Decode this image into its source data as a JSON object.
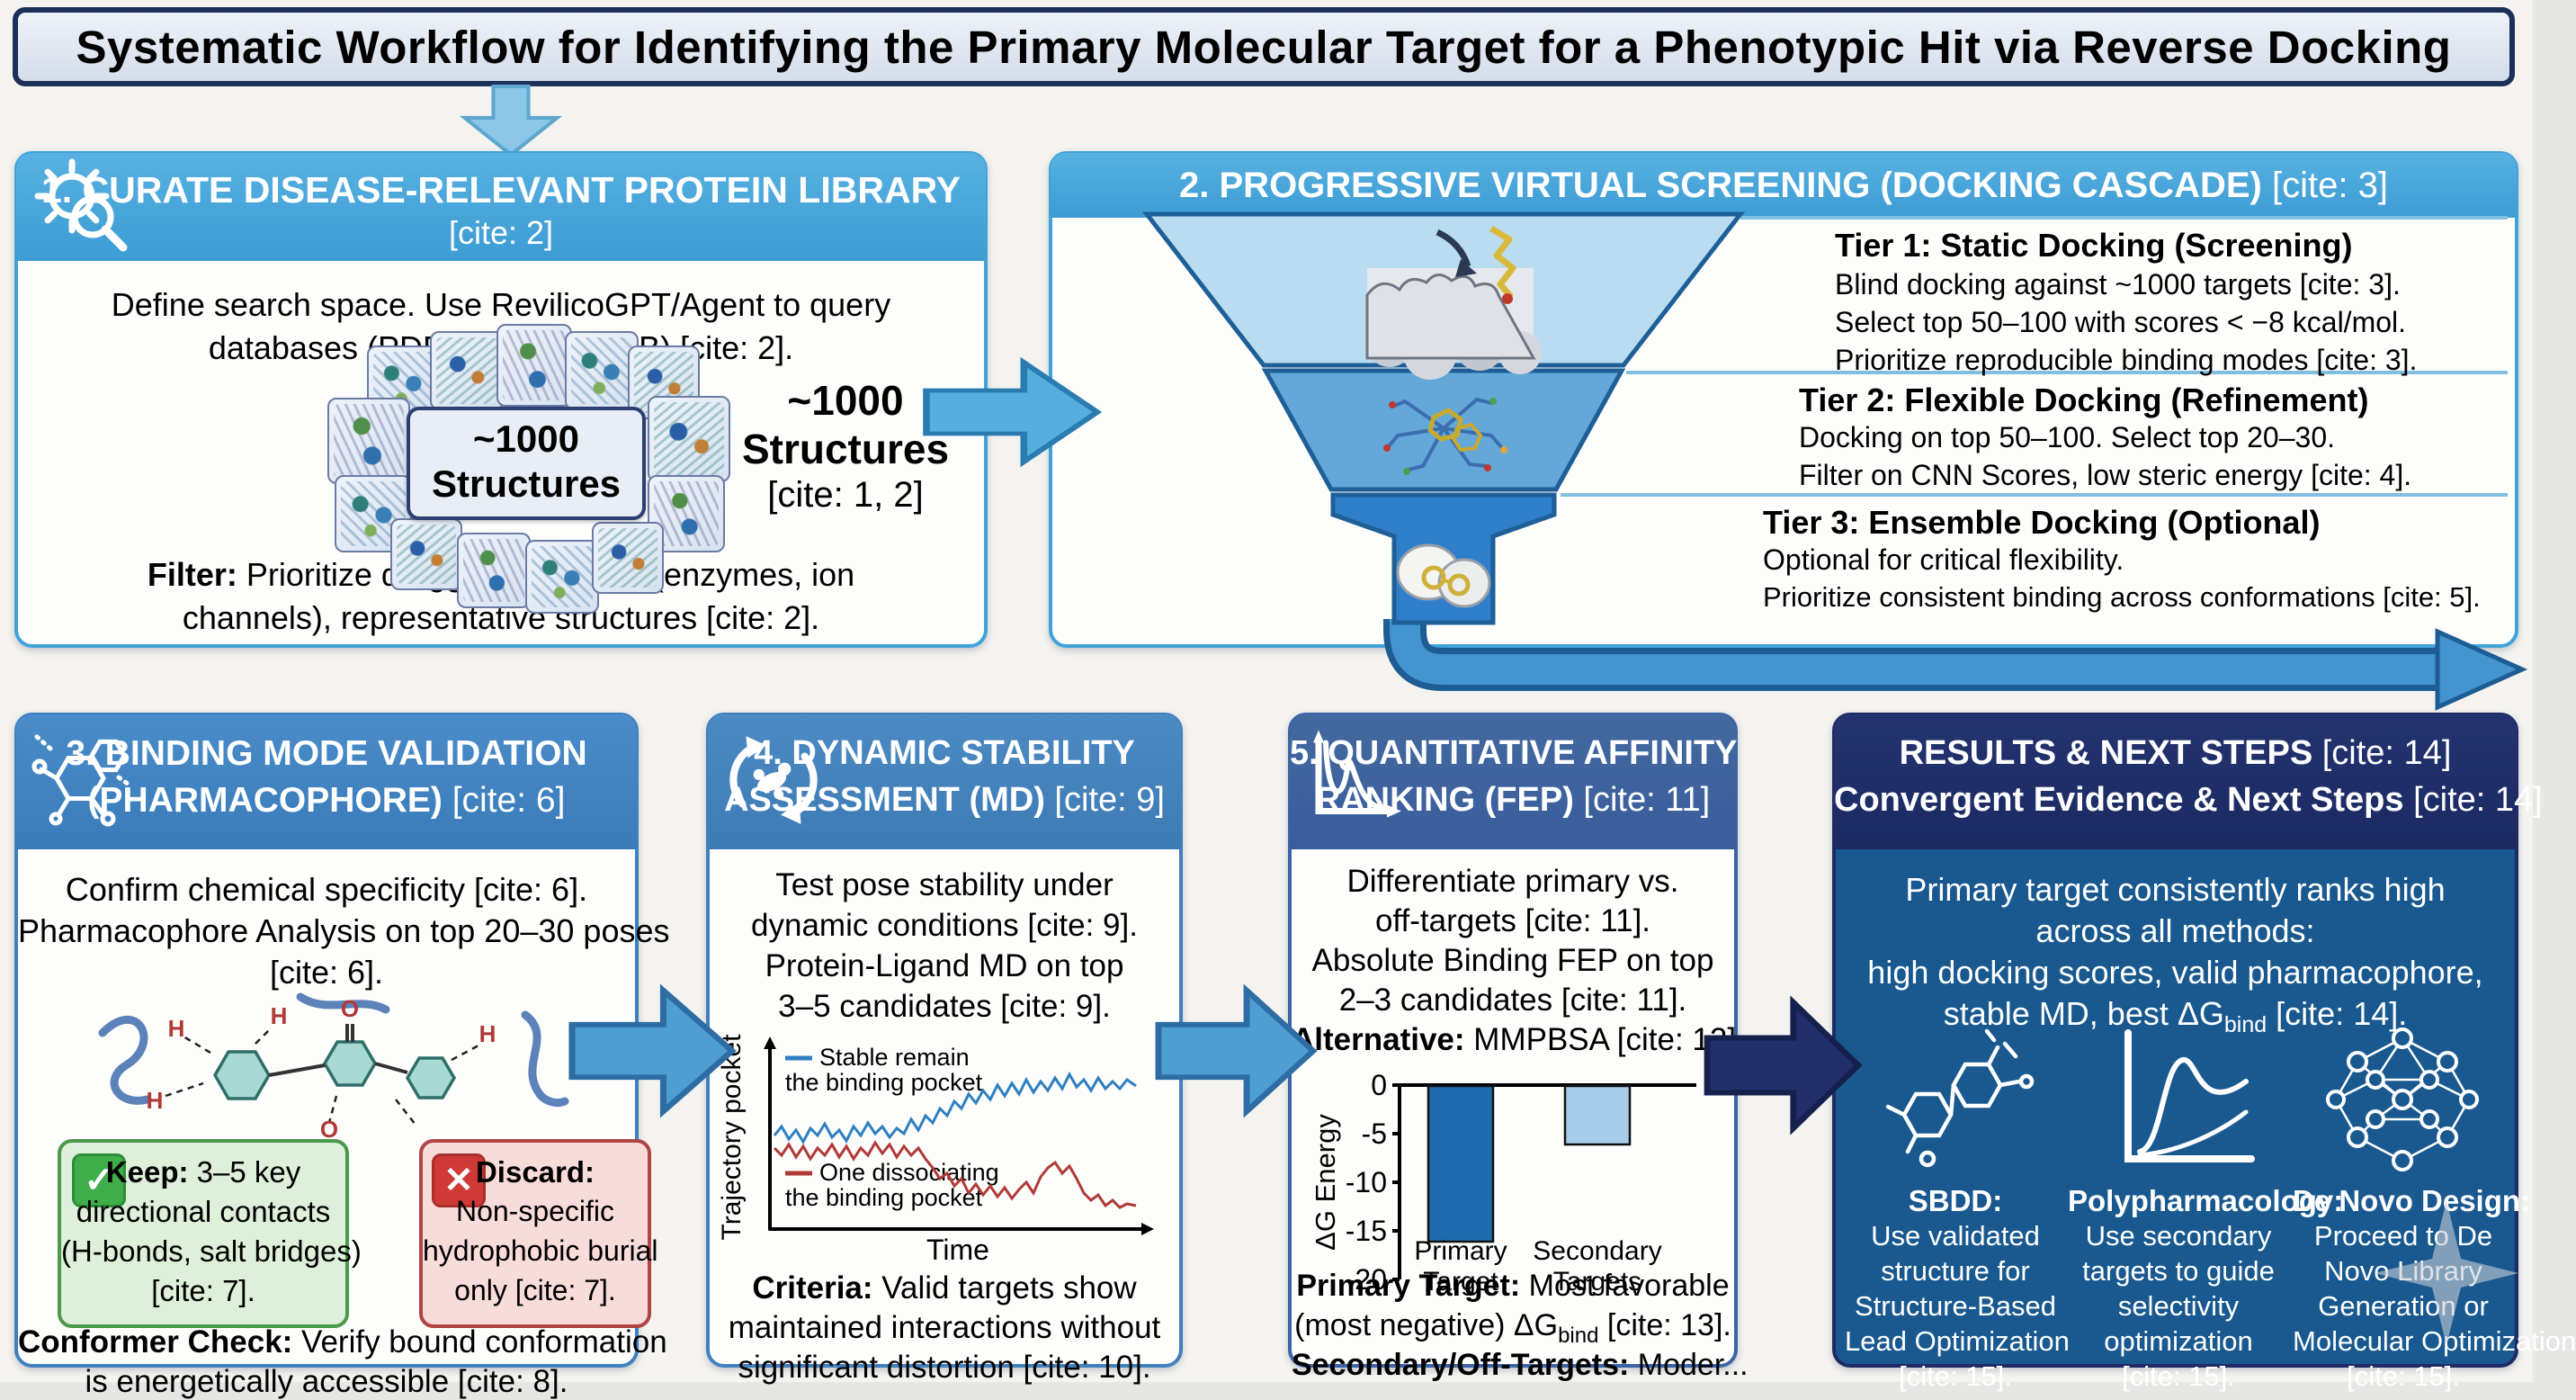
{
  "title": "Systematic Workflow for Identifying the Primary Molecular Target for a Phenotypic Hit via Reverse Docking",
  "colors": {
    "accent_blue": "#3fa3db",
    "mid_blue": "#3d80c0",
    "steel_blue": "#3b63a7",
    "navy_header": "#1e2b66",
    "results_body": "#19598f",
    "funnel_tier1": "#b9dcf0",
    "funnel_tier2": "#63a8d8",
    "funnel_tier3": "#2f7ec9",
    "keep_green": "#3fae49",
    "discard_red": "#cf3a37",
    "md_stable_line": "#2e7fc1",
    "md_dissociating_line": "#b03a36",
    "bar_primary": "#1e6cae",
    "bar_secondary": "#a9cde9"
  },
  "library": {
    "icon": "gear-magnifier-icon",
    "header": "1. CURATE DISEASE-RELEVANT PROTEIN LIBRARY",
    "header_cite": "[cite: 2]",
    "description": [
      "Define search space. Use RevilicoGPT/Agent to query",
      "databases (PDB, AlphaFold DB) [cite: 2]."
    ],
    "badge": [
      "~1000",
      "Structures"
    ],
    "side_label": [
      "~1000",
      "Structures",
      "[cite: 1, 2]"
    ],
    "filter_label": "Filter:",
    "filter_lines": [
      " Prioritize druggable families (enzymes, ion",
      "channels), representative structures [cite: 2]."
    ]
  },
  "screening": {
    "header": "2. PROGRESSIVE VIRTUAL SCREENING (DOCKING CASCADE)",
    "header_cite": " [cite: 3]",
    "funnel_illustrations": [
      "surface-docking-illustration",
      "flexible-residues-illustration",
      "ensemble-conformations-illustration"
    ],
    "tiers": [
      {
        "title": "Tier 1: Static Docking (Screening)",
        "lines": [
          "Blind docking against ~1000 targets [cite: 3].",
          "Select top 50–100 with scores < −8 kcal/mol.",
          "Prioritize reproducible binding modes [cite: 3]."
        ]
      },
      {
        "title": "Tier 2: Flexible Docking (Refinement)",
        "lines": [
          "Docking on top 50–100. Select top 20–30.",
          "Filter on CNN Scores, low steric energy [cite: 4]."
        ]
      },
      {
        "title": "Tier 3: Ensemble Docking (Optional)",
        "lines": [
          "Optional for critical flexibility.",
          "Prioritize consistent binding across conformations [cite: 5]."
        ]
      }
    ]
  },
  "validation": {
    "icon": "chemical-structure-icon",
    "header1": "3. BINDING MODE VALIDATION",
    "header2": "(PHARMACOPHORE)",
    "header2_cite": " [cite: 6]",
    "description": [
      "Confirm chemical specificity [cite: 6].",
      "Pharmacophore Analysis on top 20–30 poses",
      "[cite: 6]."
    ],
    "keep": {
      "icon": "check-icon",
      "label": "Keep:",
      "first_rest": " 3–5 key",
      "lines": [
        "directional contacts",
        "(H-bonds, salt bridges)",
        "[cite: 7]."
      ]
    },
    "discard": {
      "icon": "x-icon",
      "label": "Discard:",
      "lines": [
        "Non-specific",
        "hydrophobic burial",
        "only [cite: 7]."
      ]
    },
    "conformer_label": "Conformer Check:",
    "conformer_rest": " Verify bound conformation",
    "conformer_line2": "is energetically accessible [cite: 8]."
  },
  "md": {
    "icon": "md-cycle-icon",
    "header1": "4. DYNAMIC STABILITY",
    "header2": "ASSESSMENT (MD)",
    "header2_cite": " [cite: 9]",
    "description": [
      "Test pose stability under",
      "dynamic conditions [cite: 9].",
      "Protein-Ligand MD on top",
      "3–5 candidates [cite: 9]."
    ],
    "legend_stable": [
      "Stable remain",
      "the binding pocket"
    ],
    "legend_dissociating": [
      "One dissociating",
      "the binding pocket"
    ],
    "ylabel": "Trajectory pocket",
    "xlabel": "Time",
    "criteria_label": "Criteria:",
    "criteria_rest": " Valid targets show",
    "criteria_lines": [
      "maintained interactions without",
      "significant distortion [cite: 10]."
    ]
  },
  "fep": {
    "icon": "energy-well-icon",
    "header1": "5. QUANTITATIVE AFFINITY",
    "header2": "RANKING (FEP)",
    "header2_cite": " [cite: 11]",
    "description": [
      "Differentiate primary vs.",
      "off-targets [cite: 11].",
      "Absolute Binding FEP on top",
      "2–3 candidates [cite: 11]."
    ],
    "alt_label": "Alternative:",
    "alt_rest": " MMPBSA [cite: 12].",
    "ylabel": "ΔG Energy",
    "yticks": [
      "0",
      "-5",
      "-10",
      "-15",
      "-20"
    ],
    "cat1": [
      "Primary",
      "Target"
    ],
    "cat2": [
      "Secondary",
      "Targets"
    ],
    "primary_label": "Primary Target:",
    "primary_rest": " Most favorable",
    "primary_line2_pre": "(most negative) ΔG",
    "primary_sub": "bind",
    "primary_line2_post": " [cite: 13].",
    "secondary_label": "Secondary/Off-Targets:",
    "secondary_rest": " Moder..."
  },
  "results": {
    "header1": "RESULTS & NEXT STEPS",
    "header1_cite": " [cite: 14]",
    "header2": "Convergent Evidence & Next Steps",
    "header2_cite": " [cite: 14]",
    "body": [
      "Primary target consistently ranks high",
      "across all methods:",
      "high docking scores, valid pharmacophore,"
    ],
    "body_dg_pre": "stable MD, best ΔG",
    "body_dg_sub": "bind",
    "body_dg_post": " [cite: 14].",
    "columns": [
      {
        "icon": "molecule-icon",
        "title": "SBDD:",
        "lines": [
          "Use validated",
          "structure for",
          "Structure-Based",
          "Lead Optimization",
          "[cite: 15]."
        ]
      },
      {
        "icon": "growth-curves-icon",
        "title": "Polypharmacology:",
        "lines": [
          "Use secondary",
          "targets to guide",
          "selectivity",
          "optimization",
          "[cite: 15]."
        ]
      },
      {
        "icon": "network-icon",
        "title": "De Novo Design:",
        "lines": [
          "Proceed to De",
          "Novo Library",
          "Generation or",
          "Molecular Optimization",
          "[cite: 15]."
        ]
      }
    ]
  },
  "chart_data": [
    {
      "type": "line",
      "ylabel": "Trajectory pocket",
      "xlabel": "Time",
      "legend_position": "inside",
      "series": [
        {
          "name": "Stable remain the binding pocket",
          "color": "#2e7fc1",
          "behavior": "noisy trace that stays high / remains in the binding pocket"
        },
        {
          "name": "One dissociating the binding pocket",
          "color": "#b03a36",
          "behavior": "noisy trace that drops mid-trajectory as ligand dissociates"
        }
      ],
      "axis_ticks": "none (qualitative MD trajectory sketch)"
    },
    {
      "type": "bar",
      "ylabel": "ΔG Energy",
      "categories": [
        "Primary Target",
        "Secondary Targets"
      ],
      "values": [
        -16,
        -6
      ],
      "ylim": [
        -20,
        0
      ],
      "yticks": [
        0,
        -5,
        -10,
        -15,
        -20
      ],
      "colors": [
        "#1e6cae",
        "#a9cde9"
      ],
      "grid": false,
      "legend": false
    }
  ]
}
